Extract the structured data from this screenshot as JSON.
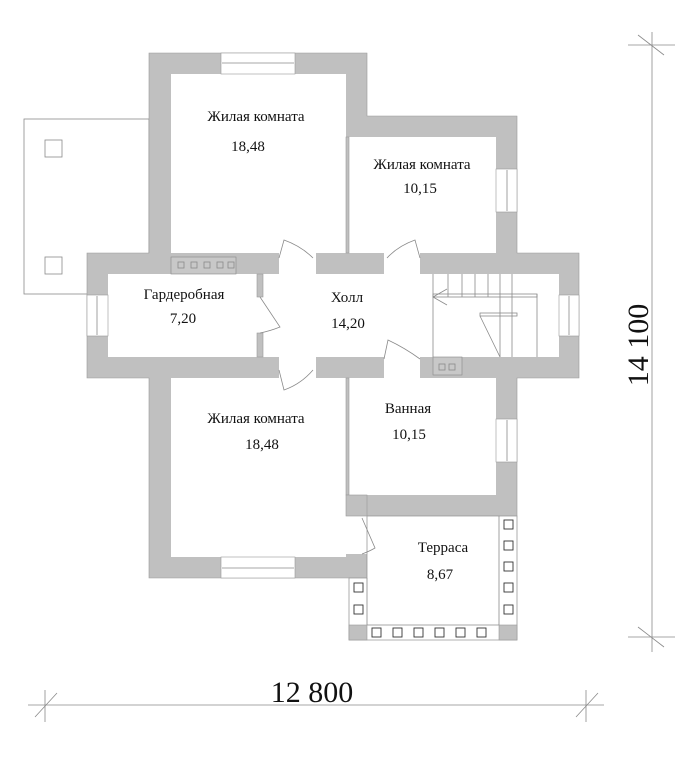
{
  "plan": {
    "rooms": [
      {
        "name": "Жилая комната",
        "area": "18,48"
      },
      {
        "name": "Жилая комната",
        "area": "10,15"
      },
      {
        "name": "Гардеробная",
        "area": "7,20"
      },
      {
        "name": "Холл",
        "area": "14,20"
      },
      {
        "name": "Жилая комната",
        "area": "18,48"
      },
      {
        "name": "Ванная",
        "area": "10,15"
      },
      {
        "name": "Терраса",
        "area": "8,67"
      }
    ],
    "dimensions": {
      "width": "12 800",
      "height": "14 100"
    },
    "colors": {
      "wall": "#c0c0c0",
      "line": "#8a8a8a"
    }
  }
}
